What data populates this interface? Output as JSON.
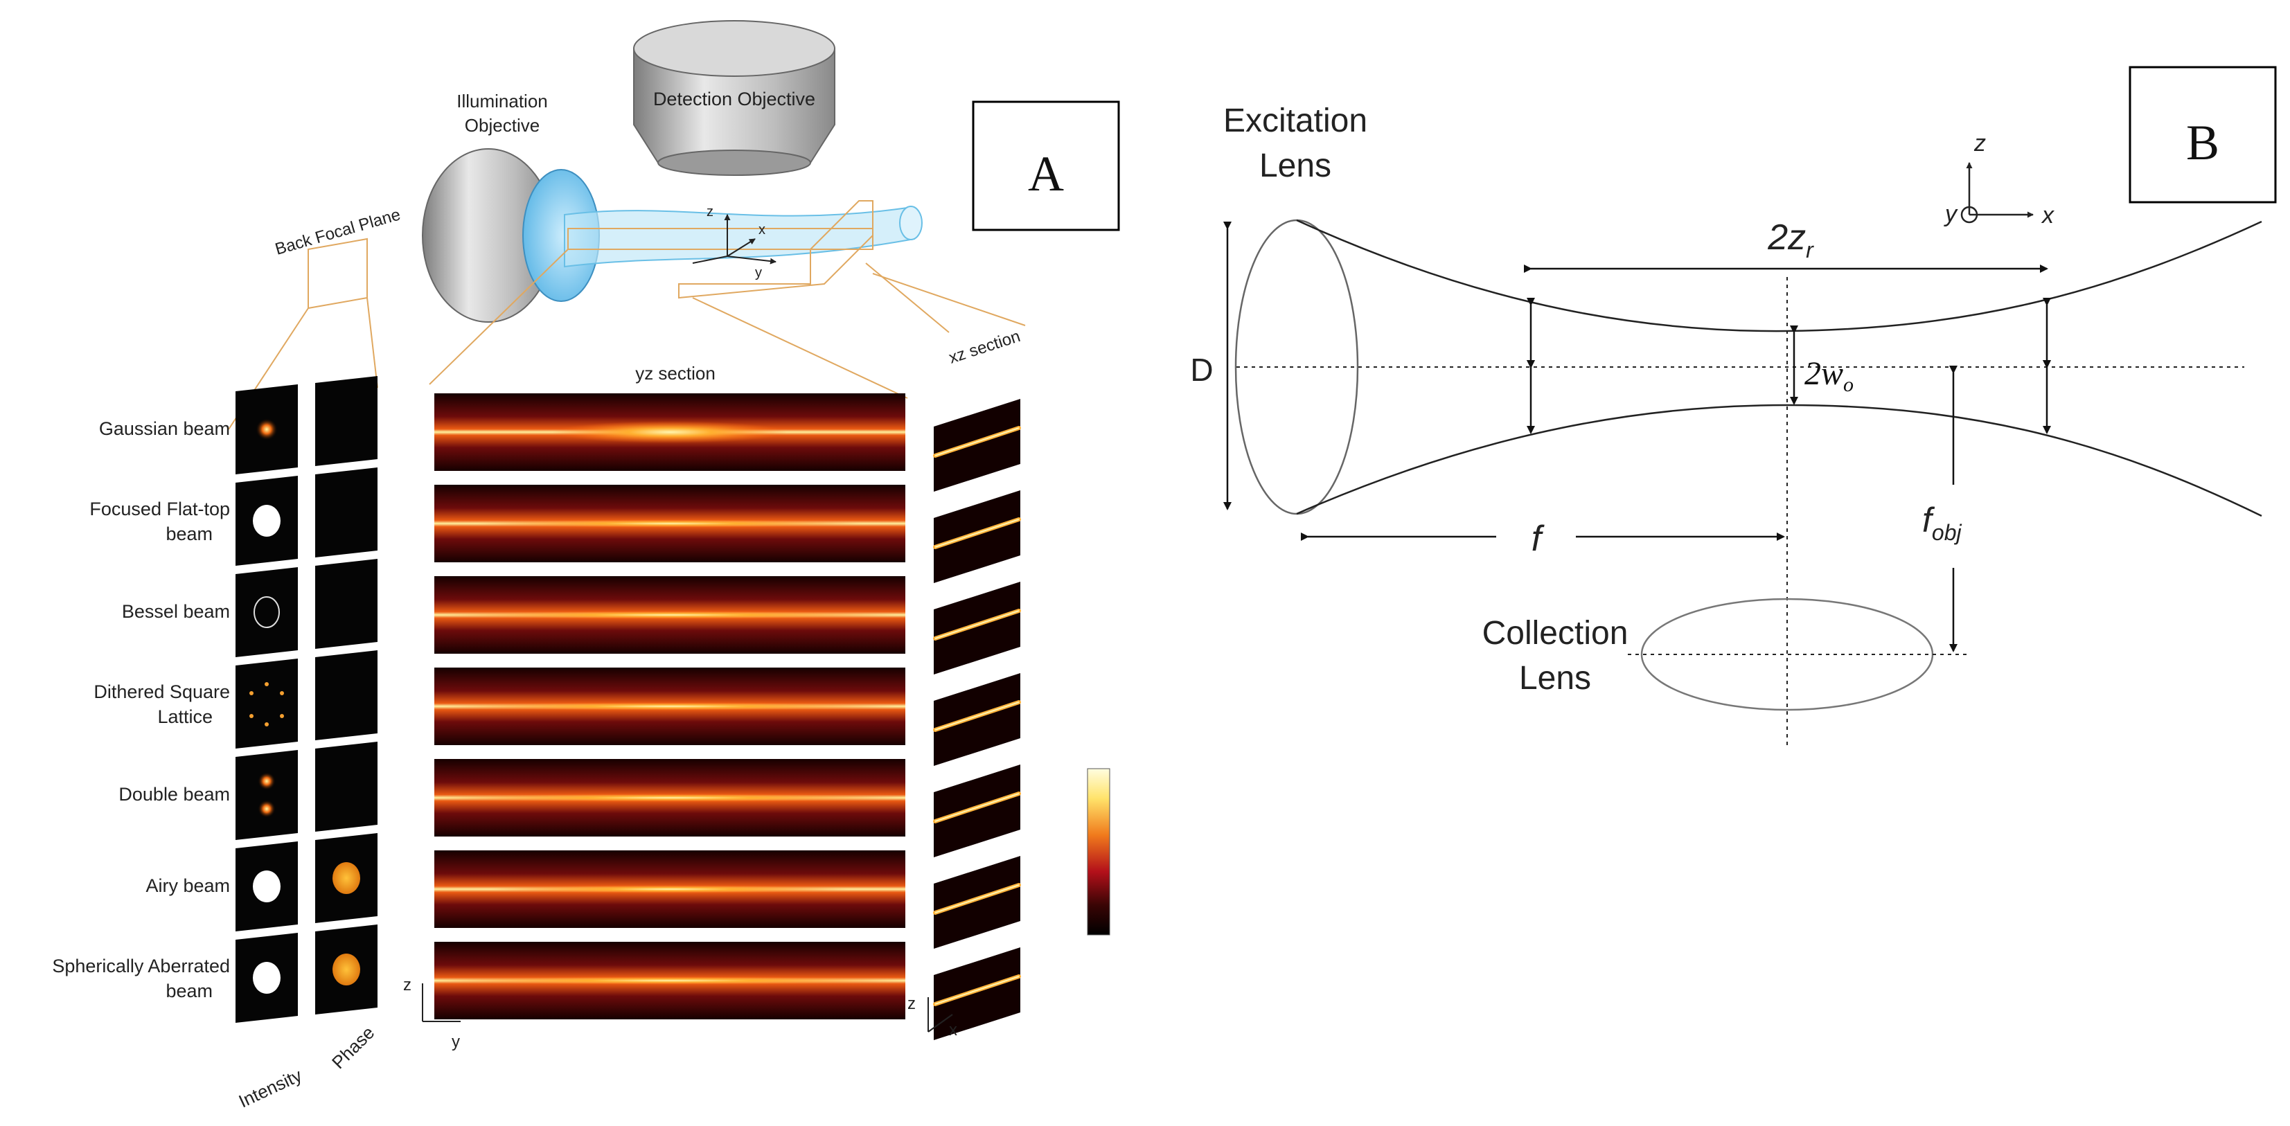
{
  "panel_a": {
    "tag": "A",
    "detection_objective": "Detection Objective",
    "illumination_line1": "Illumination",
    "illumination_line2": "Objective",
    "back_focal_plane": "Back Focal Plane",
    "yz_section": "yz section",
    "xz_section": "xz section",
    "axis_z": "z",
    "axis_y": "y",
    "axis_x": "x",
    "col_intensity": "Intensity",
    "col_phase": "Phase",
    "beams": [
      {
        "line1": "Gaussian beam",
        "line2": "",
        "intensity": "spot",
        "phase": "none"
      },
      {
        "line1": "Focused Flat-top",
        "line2": "beam",
        "intensity": "disk",
        "phase": "none"
      },
      {
        "line1": "Bessel beam",
        "line2": "",
        "intensity": "ring",
        "phase": "none"
      },
      {
        "line1": "Dithered Square",
        "line2": "Lattice",
        "intensity": "lattice",
        "phase": "none"
      },
      {
        "line1": "Double beam",
        "line2": "",
        "intensity": "double",
        "phase": "none"
      },
      {
        "line1": "Airy beam",
        "line2": "",
        "intensity": "disk",
        "phase": "disk"
      },
      {
        "line1": "Spherically Aberrated",
        "line2": "beam",
        "intensity": "disk",
        "phase": "disk"
      }
    ],
    "colors": {
      "hot_low": "#000000",
      "hot_mid": "#c0201a",
      "hot_high": "#fff8a0",
      "guide": "#e0a860",
      "beam": "#8fd3f0"
    }
  },
  "panel_b": {
    "tag": "B",
    "excitation_line1": "Excitation",
    "excitation_line2": "Lens",
    "collection_line1": "Collection",
    "collection_line2": "Lens",
    "label_D": "D",
    "label_2zr": "2z",
    "label_2zr_sub": "r",
    "label_2wo": "2w",
    "label_2wo_sub": "o",
    "label_f": "f",
    "label_fobj": "f",
    "label_fobj_sub": "obj",
    "axis_z": "z",
    "axis_y": "y",
    "axis_x": "x"
  }
}
